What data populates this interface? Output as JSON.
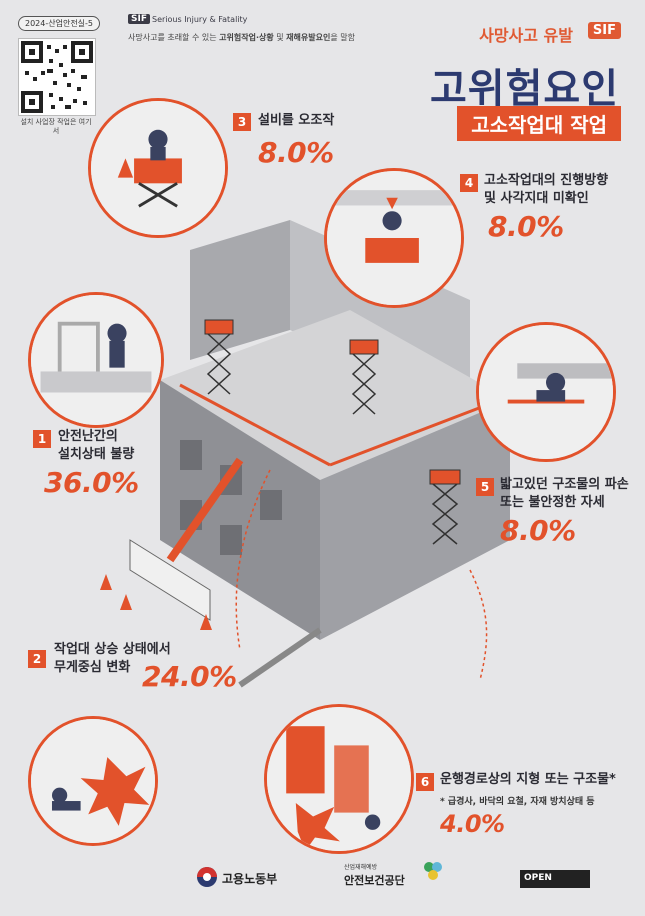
{
  "doc_code": "2024-산업안전실-5",
  "qr_note": "설치 사업장 작업은 여기서",
  "sif": {
    "abbr": "SIF",
    "full": "Serious Injury & Fatality",
    "desc_pre": "사망사고를 초래할 수 있는 ",
    "desc_bold1": "고위험작업·상황",
    "desc_mid": " 및 ",
    "desc_bold2": "재해유발요인",
    "desc_post": "을 말함"
  },
  "title": {
    "subtitle": "사망사고 유발",
    "sif_tag": "SIF",
    "main": "고위험요인",
    "banner": "고소작업대 작업"
  },
  "hazards": [
    {
      "num": "1",
      "line1": "안전난간의",
      "line2": "설치상태 불량",
      "pct": "36.0%"
    },
    {
      "num": "2",
      "line1": "작업대 상승 상태에서",
      "line2": "무게중심 변화",
      "pct": "24.0%"
    },
    {
      "num": "3",
      "line1": "설비를 오조작",
      "line2": "",
      "pct": "8.0%"
    },
    {
      "num": "4",
      "line1": "고소작업대의 진행방향",
      "line2": "및 사각지대 미확인",
      "pct": "8.0%"
    },
    {
      "num": "5",
      "line1": "밟고있던 구조물의 파손",
      "line2": "또는 불안정한 자세",
      "pct": "8.0%"
    },
    {
      "num": "6",
      "line1": "운행경로상의 지형 또는 구조물*",
      "line2": "* 급경사, 바닥의 요철, 자재 방치상태 등",
      "pct": "4.0%"
    }
  ],
  "footer": {
    "moel": "고용노동부",
    "kosha_sub": "산업재해예방",
    "kosha": "안전보건공단",
    "open": "OPEN"
  },
  "colors": {
    "accent": "#e2522b",
    "navy": "#2c3a70",
    "bg": "#e6e6e8"
  }
}
